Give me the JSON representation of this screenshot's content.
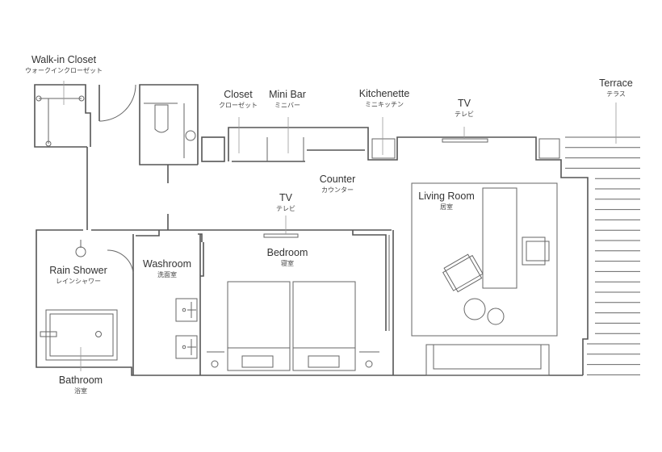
{
  "rooms": [
    {
      "en": "Walk-in Closet",
      "ja": "ウォークインクローゼット"
    },
    {
      "en": "Closet",
      "ja": "クローゼット"
    },
    {
      "en": "Mini Bar",
      "ja": "ミニバー"
    },
    {
      "en": "Kitchenette",
      "ja": "ミニキッチン"
    },
    {
      "en": "TV",
      "ja": "テレビ"
    },
    {
      "en": "Terrace",
      "ja": "テラス"
    },
    {
      "en": "Counter",
      "ja": "カウンター"
    },
    {
      "en": "TV",
      "ja": "テレビ"
    },
    {
      "en": "Living Room",
      "ja": "居室"
    },
    {
      "en": "Rain Shower",
      "ja": "レインシャワー"
    },
    {
      "en": "Washroom",
      "ja": "洗面室"
    },
    {
      "en": "Bedroom",
      "ja": "寝室"
    },
    {
      "en": "Bathroom",
      "ja": "浴室"
    }
  ]
}
